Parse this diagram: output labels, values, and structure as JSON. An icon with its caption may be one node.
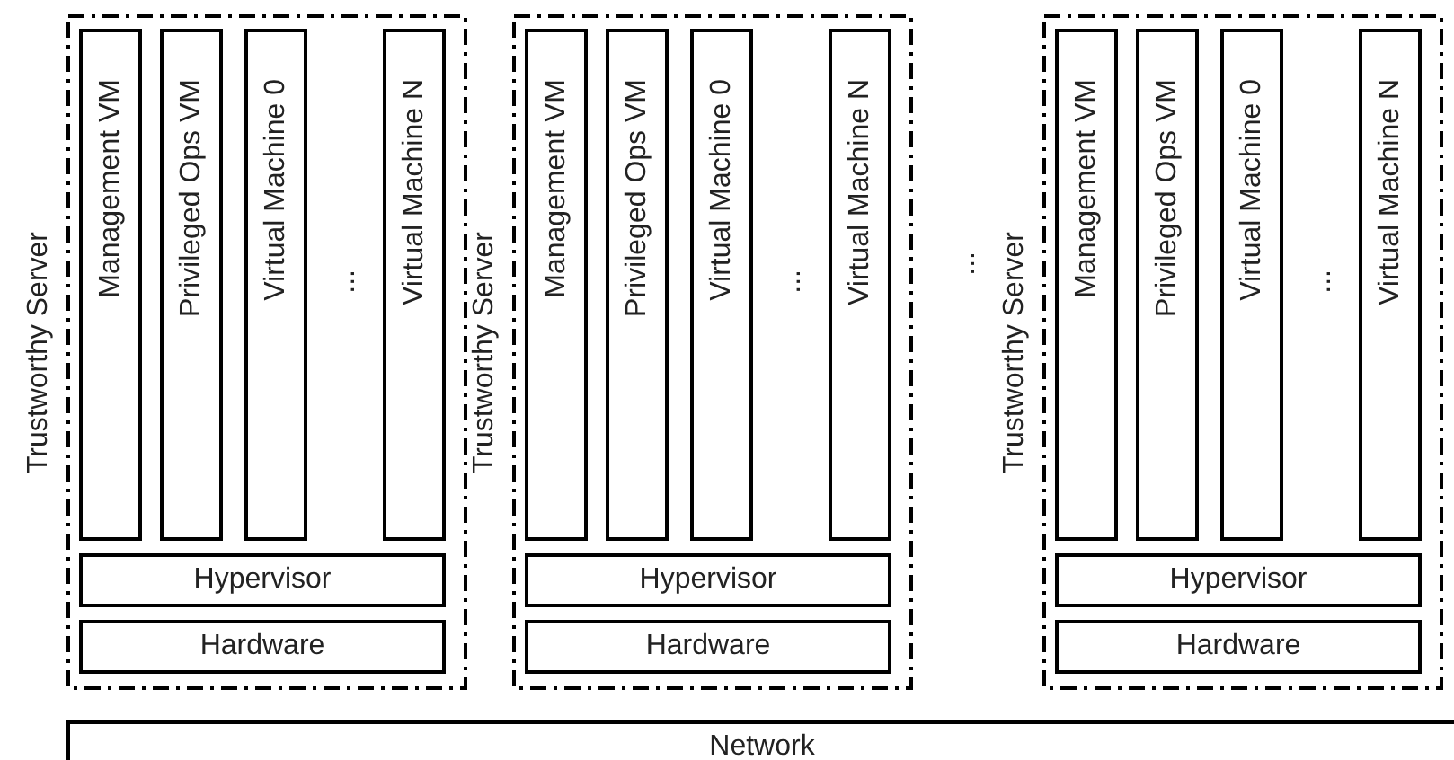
{
  "diagram": {
    "nodes": [
      {
        "text": [
          "Trustworthy Server"
        ]
      },
      {
        "text": [
          "Management VM"
        ],
        "in": 0
      },
      {
        "text": [
          "Privileged Ops VM"
        ],
        "in": 0
      },
      {
        "text": [
          "Virtual Machine 0"
        ],
        "in": 0
      },
      {
        "text": [
          "Virtual Machine N"
        ],
        "in": 0
      },
      {
        "text": [
          "Hypervisor"
        ],
        "in": 0
      },
      {
        "text": [
          "Hardware"
        ],
        "in": 0
      },
      {
        "text": [
          "Trustworthy Server"
        ]
      },
      {
        "text": [
          "Management VM"
        ],
        "in": 7
      },
      {
        "text": [
          "Privileged Ops VM"
        ],
        "in": 7
      },
      {
        "text": [
          "Virtual Machine 0"
        ],
        "in": 7
      },
      {
        "text": [
          "Virtual Machine N"
        ],
        "in": 7
      },
      {
        "text": [
          "Hypervisor"
        ],
        "in": 7
      },
      {
        "text": [
          "Hardware"
        ],
        "in": 7
      },
      {
        "text": [
          "Trustworthy Server"
        ]
      },
      {
        "text": [
          "Management VM"
        ],
        "in": 14
      },
      {
        "text": [
          "Privileged Ops VM"
        ],
        "in": 14
      },
      {
        "text": [
          "Virtual Machine 0"
        ],
        "in": 14
      },
      {
        "text": [
          "Virtual Machine N"
        ],
        "in": 14
      },
      {
        "text": [
          "Hypervisor"
        ],
        "in": 14
      },
      {
        "text": [
          "Hardware"
        ],
        "in": 14
      },
      {
        "text": [
          "Network"
        ]
      }
    ],
    "edges": [],
    "labels": [
      "...",
      "...",
      "...",
      "..."
    ]
  }
}
